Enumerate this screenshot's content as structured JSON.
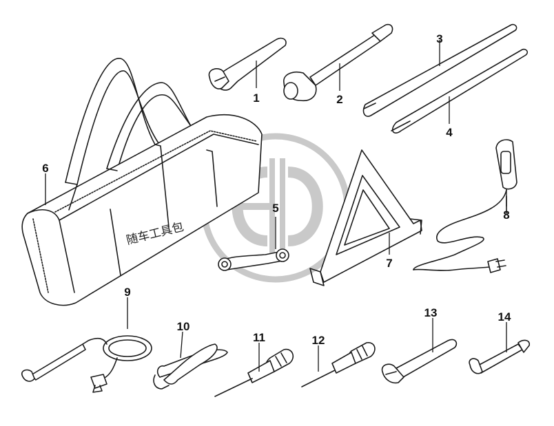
{
  "diagram": {
    "labels": [
      {
        "id": "1",
        "text": "1"
      },
      {
        "id": "2",
        "text": "2"
      },
      {
        "id": "3",
        "text": "3"
      },
      {
        "id": "4",
        "text": "4"
      },
      {
        "id": "5",
        "text": "5"
      },
      {
        "id": "6",
        "text": "6"
      },
      {
        "id": "7",
        "text": "7"
      },
      {
        "id": "8",
        "text": "8"
      },
      {
        "id": "9",
        "text": "9"
      },
      {
        "id": "10",
        "text": "10"
      },
      {
        "id": "11",
        "text": "11"
      },
      {
        "id": "12",
        "text": "12"
      },
      {
        "id": "13",
        "text": "13"
      },
      {
        "id": "14",
        "text": "14"
      }
    ],
    "bag_text": "随车工具包",
    "colors": {
      "line": "#1a1a1a",
      "watermark": "#c9c9c9",
      "background": "#ffffff"
    }
  }
}
